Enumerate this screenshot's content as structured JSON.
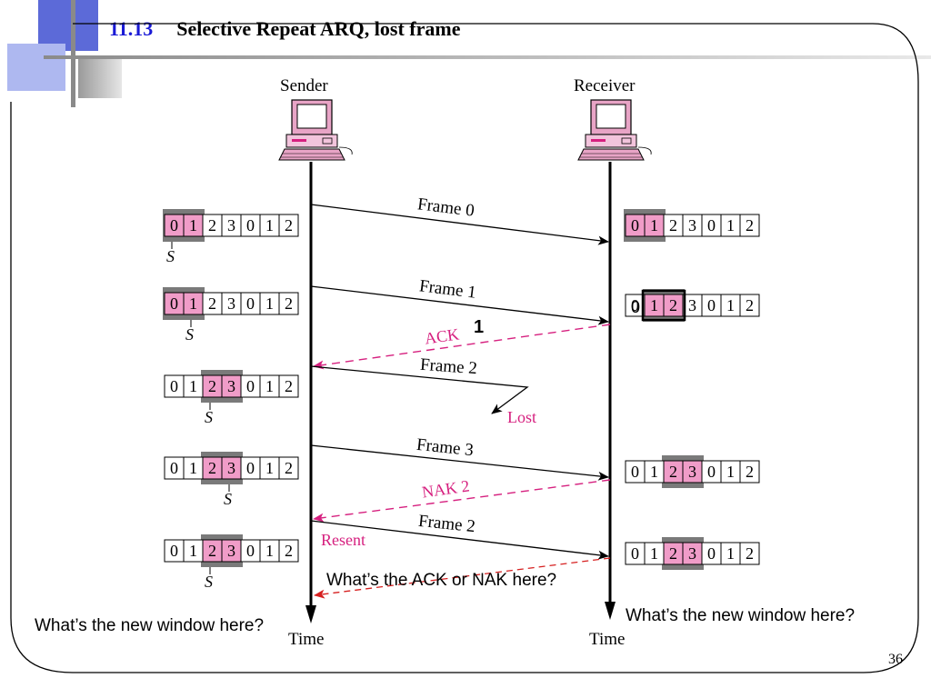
{
  "slide": {
    "number": "11.13",
    "title": "Selective Repeat ARQ, lost frame",
    "page_number": "36"
  },
  "actors": {
    "sender": "Sender",
    "receiver": "Receiver",
    "time_left": "Time",
    "time_right": "Time"
  },
  "messages": [
    {
      "label": "Frame 0",
      "kind": "frame",
      "style": "solid"
    },
    {
      "label": "Frame 1",
      "kind": "frame",
      "style": "solid"
    },
    {
      "label": "ACK",
      "overlay": "1",
      "kind": "ack",
      "style": "dashed"
    },
    {
      "label": "Frame 2",
      "kind": "frame",
      "style": "solid",
      "note": "Lost"
    },
    {
      "label": "Frame 3",
      "kind": "frame",
      "style": "solid"
    },
    {
      "label": "NAK 2",
      "kind": "nak",
      "style": "dashed"
    },
    {
      "label": "Frame 2",
      "kind": "frame",
      "style": "solid",
      "note": "Resent"
    }
  ],
  "sender_windows": [
    {
      "cells": [
        "0",
        "1",
        "2",
        "3",
        "0",
        "1",
        "2"
      ],
      "window": [
        0,
        1
      ],
      "pointer": "S",
      "pointer_cell": 0
    },
    {
      "cells": [
        "0",
        "1",
        "2",
        "3",
        "0",
        "1",
        "2"
      ],
      "window": [
        0,
        1
      ],
      "pointer": "S",
      "pointer_cell": 1
    },
    {
      "cells": [
        "0",
        "1",
        "2",
        "3",
        "0",
        "1",
        "2"
      ],
      "window": [
        2,
        3
      ],
      "pointer": "S",
      "pointer_cell": 2
    },
    {
      "cells": [
        "0",
        "1",
        "2",
        "3",
        "0",
        "1",
        "2"
      ],
      "window": [
        2,
        3
      ],
      "pointer": "S",
      "pointer_cell": 3
    },
    {
      "cells": [
        "0",
        "1",
        "2",
        "3",
        "0",
        "1",
        "2"
      ],
      "window": [
        2,
        3
      ],
      "pointer": "S",
      "pointer_cell": 2
    }
  ],
  "receiver_windows": [
    {
      "cells": [
        "0",
        "1",
        "2",
        "3",
        "0",
        "1",
        "2"
      ],
      "window": [
        0,
        1
      ]
    },
    {
      "cells": [
        "0",
        "1",
        "2",
        "3",
        "0",
        "1",
        "2"
      ],
      "window": [
        1,
        2
      ],
      "overlay_text": "0"
    },
    {
      "cells": [
        "0",
        "1",
        "2",
        "3",
        "0",
        "1",
        "2"
      ],
      "window": [
        2,
        3
      ]
    },
    {
      "cells": [
        "0",
        "1",
        "2",
        "3",
        "0",
        "1",
        "2"
      ],
      "window": [
        2,
        3
      ]
    }
  ],
  "questions": {
    "ack_or_nak": "What’s the ACK or NAK here?",
    "left_window": "What’s the new window here?",
    "right_window": "What’s the new window here?"
  },
  "colors": {
    "accent_blue": "#1a1ad6",
    "pink": "#d6207f",
    "window_fill": "#f09cc8",
    "window_frame": "#7a7a7a",
    "question_arrow": "#d62020"
  }
}
